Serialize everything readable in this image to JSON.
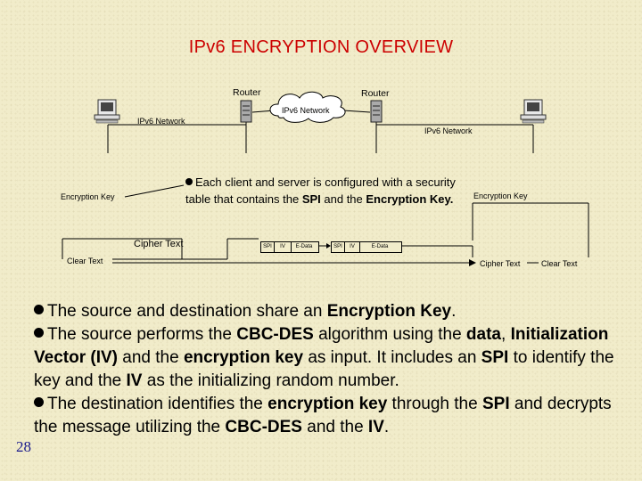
{
  "title": "IPv6 ENCRYPTION OVERVIEW",
  "diagram": {
    "router_left_label": "Router",
    "router_right_label": "Router",
    "cloud_label": "IPv6 Network",
    "network_left_label": "IPv6 Network",
    "network_right_label": "IPv6 Network",
    "enc_key_left": "Encryption Key",
    "enc_key_right": "Encryption Key",
    "cipher_text_left": "Cipher Text",
    "clear_text_left": "Clear Text",
    "cipher_text_right": "Cipher Text",
    "clear_text_right": "Clear Text",
    "packet1": {
      "spi": "SPI",
      "iv": "IV",
      "data": "E-Data"
    },
    "packet2": {
      "spi": "SPI",
      "iv": "IV",
      "data": "E-Data"
    },
    "note": {
      "p1": "Each client and server is configured with a security table that contains the ",
      "b1": "SPI",
      "p2": " and the ",
      "b2": "Encryption Key."
    }
  },
  "bullets": {
    "b1": {
      "t1": "The source and destination share an ",
      "k1": "Encryption Key",
      "t2": "."
    },
    "b2": {
      "t1": "The source performs the ",
      "k1": "CBC-DES",
      "t2": " algorithm using the ",
      "k2": "data",
      "t3": ", ",
      "k3": "Initialization Vector (IV)",
      "t4": " and the ",
      "k4": "encryption key",
      "t5": " as input. It includes an ",
      "k5": "SPI",
      "t6": " to identify the  key and the ",
      "k6": "IV",
      "t7": " as the initializing random number."
    },
    "b3": {
      "t1": "The destination identifies the ",
      "k1": "encryption key",
      "t2": " through the ",
      "k2": "SPI",
      "t3": " and decrypts the message utilizing the ",
      "k3": "CBC-DES",
      "t4": " and the ",
      "k4": "IV",
      "t5": "."
    }
  },
  "page_number": "28",
  "colors": {
    "title": "#cc0000",
    "background": "#f1ecca",
    "page_number": "#1a1a8c"
  }
}
